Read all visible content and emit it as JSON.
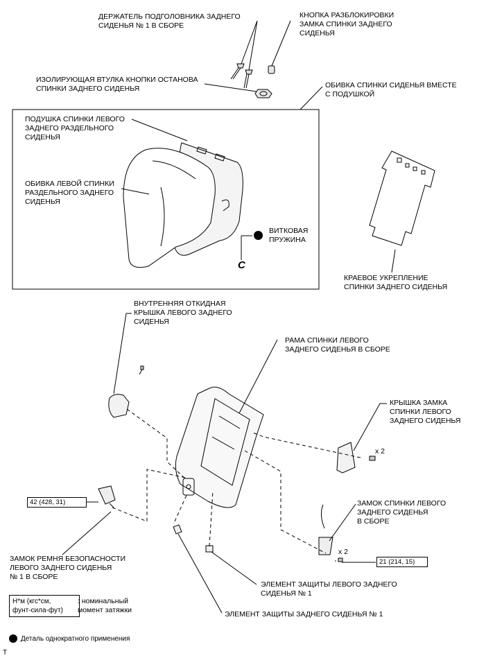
{
  "labels": {
    "headrest_holder": "ДЕРЖАТЕЛЬ ПОДГОЛОВНИКА ЗАДНЕГО\nСИДЕНЬЯ № 1 В СБОРЕ",
    "unlock_button": "КНОПКА РАЗБЛОКИРОВКИ\nЗАМКА СПИНКИ ЗАДНЕГО\nСИДЕНЬЯ",
    "stop_button_sleeve": "ИЗОЛИРУЮЩАЯ ВТУЛКА КНОПКИ ОСТАНОВА\nСПИНКИ ЗАДНЕГО СИДЕНЬЯ",
    "cover_with_pad": "ОБИВКА СПИНКИ СИДЕНЬЯ ВМЕСТЕ\nС ПОДУШКОЙ",
    "back_pad": "ПОДУШКА СПИНКИ ЛЕВОГО\nЗАДНЕГО РАЗДЕЛЬНОГО\nСИДЕНЬЯ",
    "back_cover": "ОБИВКА ЛЕВОЙ СПИНКИ\nРАЗДЕЛЬНОГО ЗАДНЕГО\nСИДЕНЬЯ",
    "hog_ring": "ВИТКОВАЯ\nПРУЖИНА",
    "hog_ring_mark": "C",
    "edge_support": "КРАЕВОЕ УКРЕПЛЕНИЕ\nСПИНКИ ЗАДНЕГО СИДЕНЬЯ",
    "inner_hinge_cover": "ВНУТРЕННЯЯ ОТКИДНАЯ\nКРЫШКА ЛЕВОГО ЗАДНЕГО\nСИДЕНЬЯ",
    "frame": "РАМА СПИНКИ ЛЕВОГО\nЗАДНЕГО СИДЕНЬЯ В СБОРЕ",
    "lock_cover": "КРЫШКА ЗАМКА\nСПИНКИ ЛЕВОГО\nЗАДНЕГО СИДЕНЬЯ",
    "lock_cover_qty": "x 2",
    "back_lock": "ЗАМОК СПИНКИ ЛЕВОГО\nЗАДНЕГО СИДЕНЬЯ\nВ СБОРЕ",
    "back_lock_qty": "x 2",
    "torque_lock": "21 (214, 15)",
    "torque_belt": "42 (428, 31)",
    "belt_buckle": "ЗАМОК РЕМНЯ БЕЗОПАСНОСТИ\nЛЕВОГО ЗАДНЕГО СИДЕНЬЯ\n№ 1 В СБОРЕ",
    "left_protector": "ЭЛЕМЕНТ ЗАЩИТЫ ЛЕВОГО ЗАДНЕГО\nСИДЕНЬЯ № 1",
    "rear_protector": "ЭЛЕМЕНТ ЗАЩИТЫ ЗАДНЕГО СИДЕНЬЯ № 1"
  },
  "legend": {
    "torque_unit": "Н*м (кгс*см,\nфунт-сила-фут)",
    "torque_desc": ": номинальный\nмомент затяжки",
    "non_reusable": "Деталь однократного применения",
    "corner_mark": "T"
  }
}
